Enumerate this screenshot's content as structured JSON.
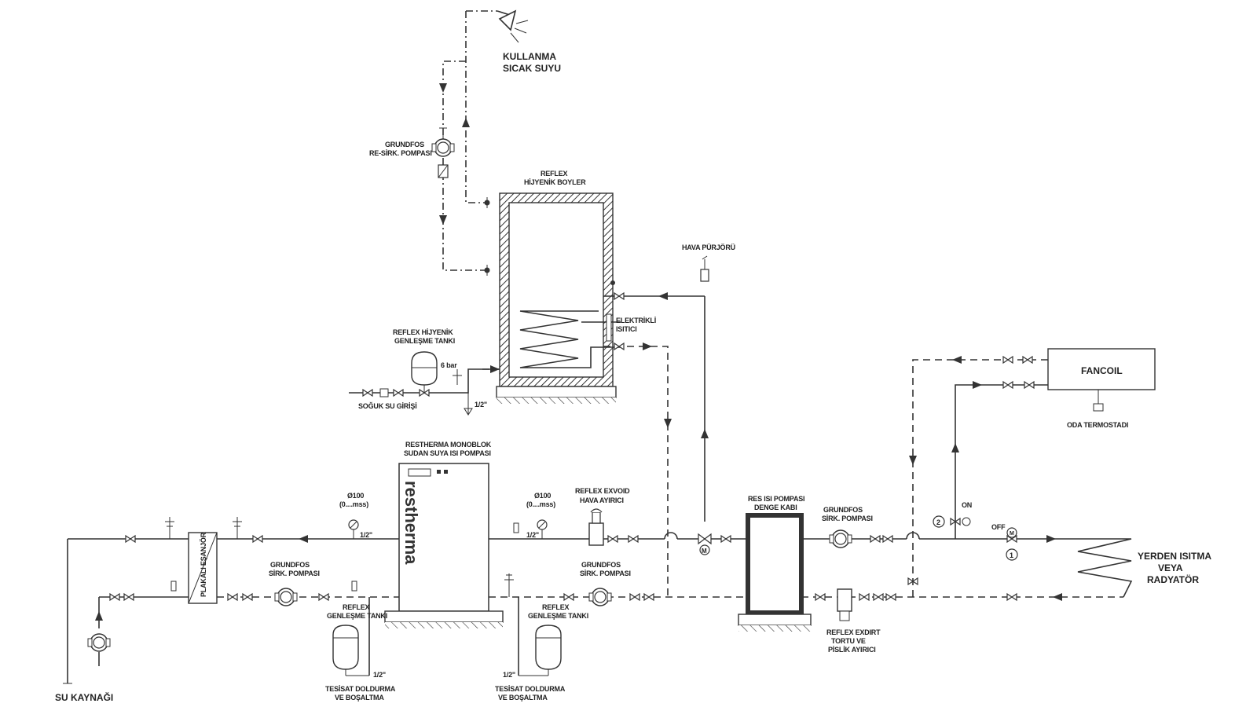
{
  "labels": {
    "hot_water": [
      "KULLANMA",
      "SICAK SUYU"
    ],
    "recirc_pump": [
      "GRUNDFOS",
      "RE-SİRK. POMPASI"
    ],
    "boiler": [
      "REFLEX",
      "HİJYENİK BOYLER"
    ],
    "air_vent": "HAVA PÜRJÖRÜ",
    "electric_heater": [
      "ELEKTRİKLİ",
      "ISITICI"
    ],
    "hyg_exp_tank": [
      "REFLEX HİJYENİK",
      "GENLEŞME TANKI"
    ],
    "six_bar": "6 bar",
    "cold_water": "SOĞUK SU GİRİŞİ",
    "half_inch": "1/2\"",
    "heat_pump": [
      "RESTHERMA MONOBLOK",
      "SUDAN SUYA ISI POMPASI"
    ],
    "brand": "restherma",
    "gauge": [
      "Ø100",
      "(0....mss)"
    ],
    "air_sep": [
      "REFLEX EXVOID",
      "HAVA AYIRICI"
    ],
    "balance_tank": [
      "RES ISI POMPASI",
      "DENGE KABI"
    ],
    "circ_pump": [
      "GRUNDFOS",
      "SİRK. POMPASI"
    ],
    "fancoil": "FANCOIL",
    "room_thermostat": "ODA TERMOSTADI",
    "on": "ON",
    "off": "OFF",
    "motor": "M",
    "num1": "1",
    "num2": "2",
    "floor_heating": [
      "YERDEN ISITMA",
      "VEYA",
      "RADYATÖR"
    ],
    "plate_hx": "PLAKALI EŞANJÖR",
    "exp_tank": [
      "REFLEX",
      "GENLEŞME TANKI"
    ],
    "fill_drain": [
      "TESİSAT DOLDURMA",
      "VE BOŞALTMA"
    ],
    "dirt_sep": [
      "REFLEX EXDIRT",
      "TORTU VE",
      "PİSLİK AYIRICI"
    ],
    "water_source": "SU KAYNAĞI"
  }
}
